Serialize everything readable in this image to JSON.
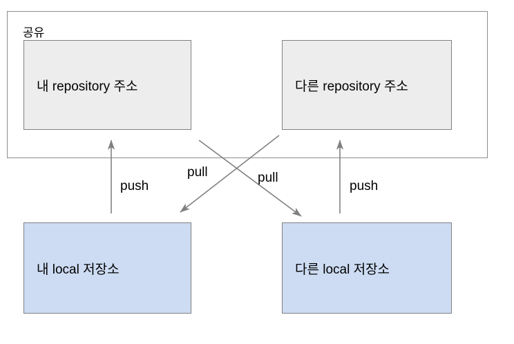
{
  "diagram": {
    "title_visible": false,
    "colors": {
      "repo_fill": "#ededed",
      "local_fill": "#cddcf3",
      "stroke": "#808080",
      "container_stroke": "#8c8c8c",
      "text": "#000000",
      "background": "#ffffff"
    },
    "shared_group": {
      "label": "공유",
      "nodes": [
        {
          "id": "repo-mine",
          "label": "내 repository 주소",
          "fill": "#ededed"
        },
        {
          "id": "repo-other",
          "label": "다른 repository 주소",
          "fill": "#ededed"
        }
      ]
    },
    "local_nodes": [
      {
        "id": "local-mine",
        "label": "내 local 저장소",
        "fill": "#cddcf3"
      },
      {
        "id": "local-other",
        "label": "다른 local 저장소",
        "fill": "#cddcf3"
      }
    ],
    "edges": [
      {
        "id": "push-left",
        "label": "push",
        "from": "local-mine",
        "to": "repo-mine",
        "direction": "up"
      },
      {
        "id": "push-right",
        "label": "push",
        "from": "local-other",
        "to": "repo-other",
        "direction": "up"
      },
      {
        "id": "pull-left",
        "label": "pull",
        "from": "repo-other",
        "to": "local-mine",
        "direction": "diagonal-down-left"
      },
      {
        "id": "pull-right",
        "label": "pull",
        "from": "repo-mine",
        "to": "local-other",
        "direction": "diagonal-down-right"
      }
    ]
  }
}
